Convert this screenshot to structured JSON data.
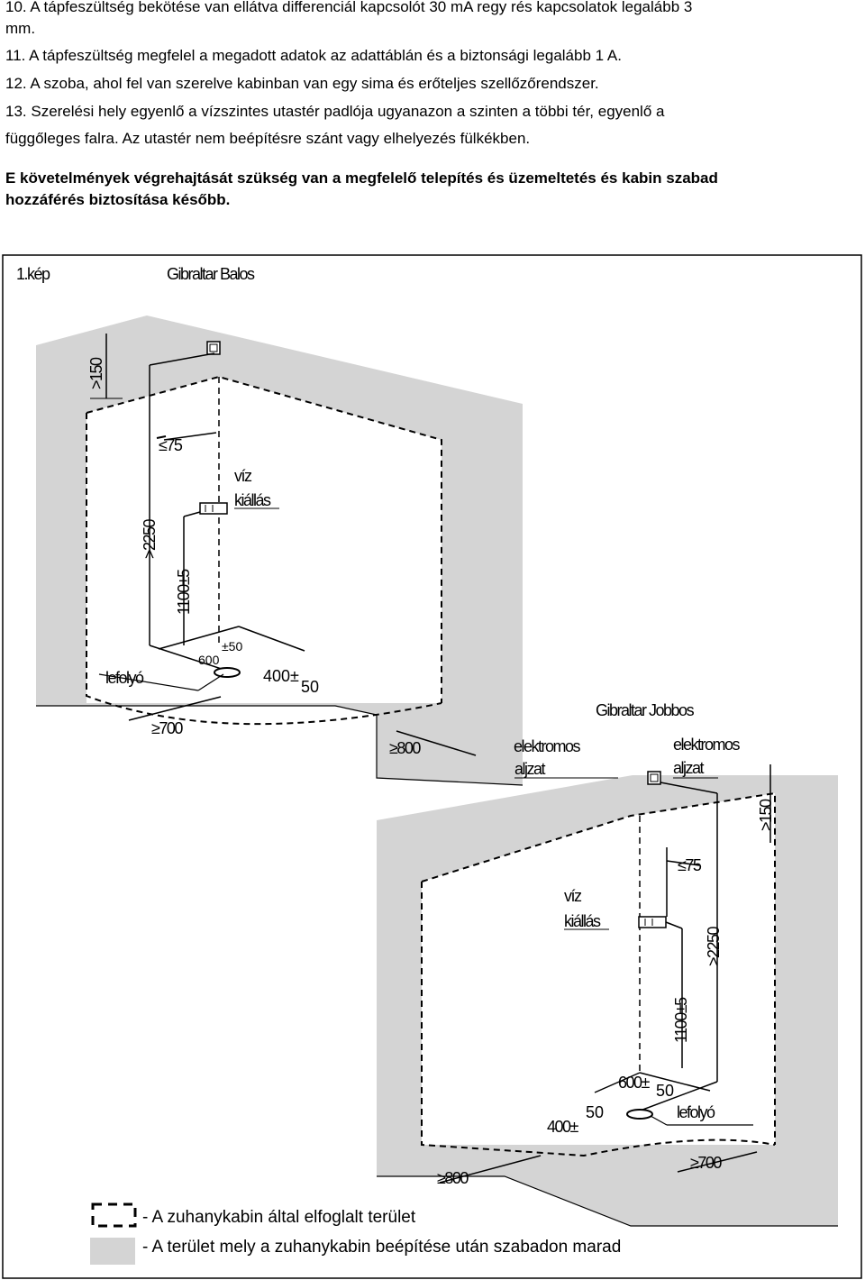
{
  "requirements": {
    "item10_line1": "10. A tápfeszültség bekötése van ellátva differenciál kapcsolót 30 mA regy rés kapcsolatok legalább 3",
    "item10_line2": "mm.",
    "item11": "11. A tápfeszültség megfelel a megadott adatok az adattáblán és a biztonsági legalább 1 A.",
    "item12": "12. A szoba, ahol fel van szerelve kabinban van egy sima és erőteljes szellőzőrendszer.",
    "item13_line1": "13. Szerelési hely egyenlő a vízszintes utastér padlója ugyanazon a szinten a többi tér, egyenlő a",
    "item13_line2": "függőleges falra. Az utastér nem beépítésre szánt vagy elhelyezés fülkékben.",
    "note_line1": "E követelmények végrehajtását szükség van a megfelelő telepítés és üzemeltetés és kabin szabad",
    "note_line2": "hozzáférés biztosítása később."
  },
  "figure": {
    "number": "1.kép",
    "left_title": "Gibraltar Balos",
    "right_title": "Gibraltar Jobbos",
    "left": {
      "dim_top": ">150",
      "dim_75": "≤75",
      "water_1": "víz",
      "water_2": "kiállás",
      "dim_2250": ">2250",
      "dim_1100": "1100±5",
      "tol_50": "±50",
      "dim_600": "600",
      "drain": "lefolyó",
      "dim_400": "400±",
      "dim_400_tol": "50",
      "dim_700": "≥700",
      "dim_800": "≥800"
    },
    "right": {
      "socket_left_1": "elektromos",
      "socket_left_2": "aljzat",
      "socket_right_1": "elektromos",
      "socket_right_2": "aljzat",
      "dim_top": ">150",
      "dim_75": "≤75",
      "water_1": "víz",
      "water_2": "kiállás",
      "dim_2250": ">2250",
      "dim_1100": "1100±5",
      "dim_600": "600±",
      "dim_600_tol": "50",
      "dim_400_tol": "50",
      "dim_400": "400±",
      "drain": "lefolyó",
      "dim_700": "≥700",
      "dim_800": "≥800"
    }
  },
  "legend": {
    "occupied": "- A zuhanykabin által elfoglalt terület",
    "free": "- A terület mely a zuhanykabin beépítése után szabadon marad"
  },
  "colors": {
    "wall_fill": "#d4d4d4",
    "line": "#000000"
  }
}
